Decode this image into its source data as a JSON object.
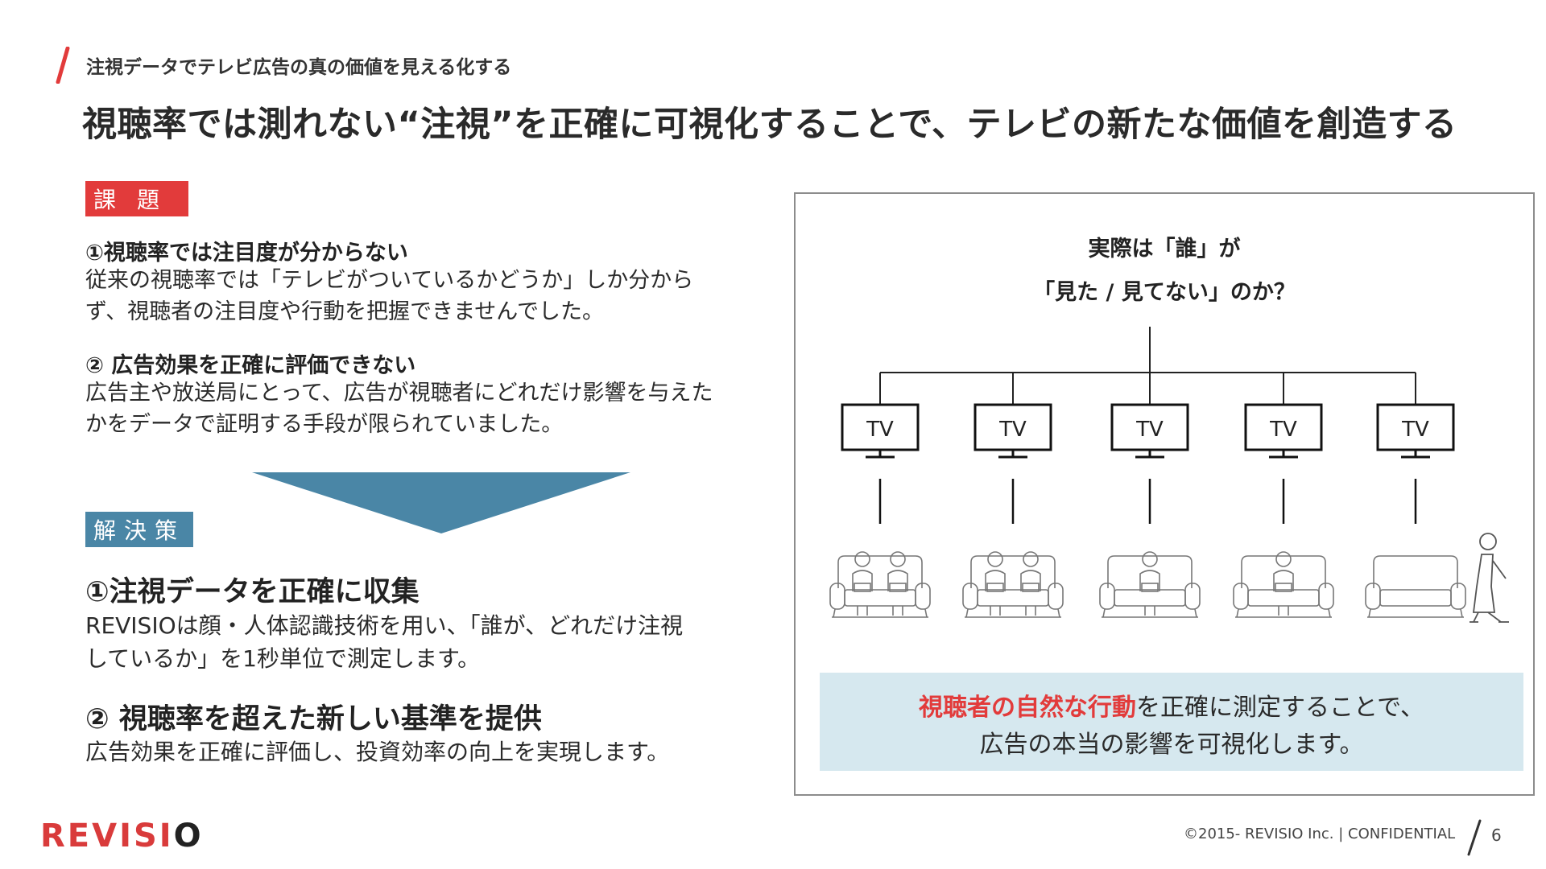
{
  "header": {
    "kicker": "注視データでテレビ広告の真の価値を見える化する",
    "headline": "視聴率では測れない“注視”を正確に可視化することで、テレビの新たな価値を創造する"
  },
  "issues": {
    "tag": "課題",
    "items": [
      {
        "title": "①視聴率では注目度が分からない",
        "lines": [
          "従来の視聴率では「テレビがついているかどうか」しか分から",
          "ず、視聴者の注目度や行動を把握できませんでした。"
        ]
      },
      {
        "title": "② 広告効果を正確に評価できない",
        "lines": [
          "広告主や放送局にとって、広告が視聴者にどれだけ影響を与えた",
          "かをデータで証明する手段が限られていました。"
        ]
      }
    ]
  },
  "solutions": {
    "tag": "解決策",
    "items": [
      {
        "title": "①注視データを正確に収集",
        "lines": [
          "REVISIOは顔・人体認識技術を用い、「誰が、どれだけ注視",
          "しているか」を1秒単位で測定します。"
        ]
      },
      {
        "title": "② 視聴率を超えた新しい基準を提供",
        "lines": [
          "広告効果を正確に評価し、投資効率の向上を実現します。"
        ]
      }
    ]
  },
  "panel": {
    "question_line1": "実際は「誰」が",
    "question_line2": "「見た / 見てない」のか？",
    "tv_label": "TV",
    "caption_highlight": "視聴者の自然な行動",
    "caption_rest1": "を正確に測定することで、",
    "caption_line2": "広告の本当の影響を可視化します。"
  },
  "footer": {
    "logo_a": "REVISI",
    "logo_b": "O",
    "copyright": "©2015- REVISIO Inc. | CONFIDENTIAL",
    "page_number": "6"
  },
  "colors": {
    "accent_red": "#e23b3b",
    "accent_blue": "#4a86a6",
    "caption_bg": "#d6e8ef"
  }
}
